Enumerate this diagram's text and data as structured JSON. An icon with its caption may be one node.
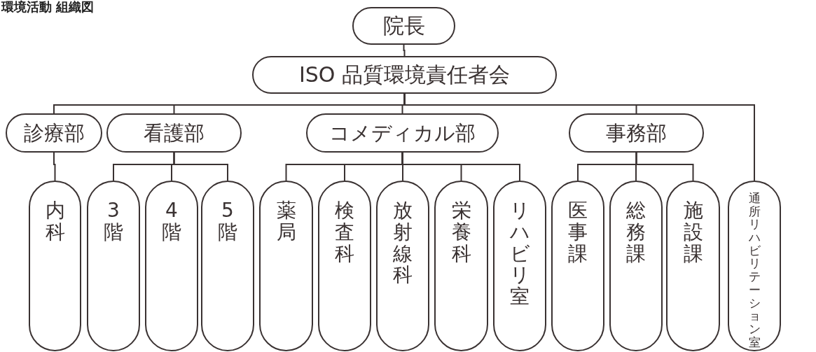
{
  "diagram": {
    "title": "環境活動 組織図",
    "nodes": [
      {
        "text": [
          "院長"
        ]
      },
      {
        "text": [
          "ISO 品質環境責任者会"
        ]
      },
      {
        "text": [
          "診療部"
        ]
      },
      {
        "text": [
          "看護部"
        ]
      },
      {
        "text": [
          "コメディカル部"
        ]
      },
      {
        "text": [
          "事務部"
        ]
      },
      {
        "text": [
          "内科"
        ]
      },
      {
        "text": [
          "3階"
        ]
      },
      {
        "text": [
          "4階"
        ]
      },
      {
        "text": [
          "5階"
        ]
      },
      {
        "text": [
          "薬局"
        ]
      },
      {
        "text": [
          "検査科"
        ]
      },
      {
        "text": [
          "放射線科"
        ]
      },
      {
        "text": [
          "栄養科"
        ]
      },
      {
        "text": [
          "リハビリ室"
        ]
      },
      {
        "text": [
          "医事課"
        ]
      },
      {
        "text": [
          "総務課"
        ]
      },
      {
        "text": [
          "施設課"
        ]
      },
      {
        "text": [
          "通所リハビリテーション室"
        ]
      }
    ],
    "edges": [
      {
        "from": 0,
        "to": 1,
        "arrow": "none"
      },
      {
        "from": 1,
        "to": 2,
        "arrow": "none"
      },
      {
        "from": 1,
        "to": 3,
        "arrow": "none"
      },
      {
        "from": 1,
        "to": 4,
        "arrow": "none"
      },
      {
        "from": 1,
        "to": 5,
        "arrow": "none"
      },
      {
        "from": 1,
        "to": 18,
        "arrow": "none"
      },
      {
        "from": 2,
        "to": 6,
        "arrow": "none"
      },
      {
        "from": 3,
        "to": 7,
        "arrow": "none"
      },
      {
        "from": 3,
        "to": 8,
        "arrow": "none"
      },
      {
        "from": 3,
        "to": 9,
        "arrow": "none"
      },
      {
        "from": 4,
        "to": 10,
        "arrow": "none"
      },
      {
        "from": 4,
        "to": 11,
        "arrow": "none"
      },
      {
        "from": 4,
        "to": 12,
        "arrow": "none"
      },
      {
        "from": 4,
        "to": 13,
        "arrow": "none"
      },
      {
        "from": 4,
        "to": 14,
        "arrow": "none"
      },
      {
        "from": 5,
        "to": 15,
        "arrow": "none"
      },
      {
        "from": 5,
        "to": 16,
        "arrow": "none"
      },
      {
        "from": 5,
        "to": 17,
        "arrow": "none"
      }
    ]
  }
}
